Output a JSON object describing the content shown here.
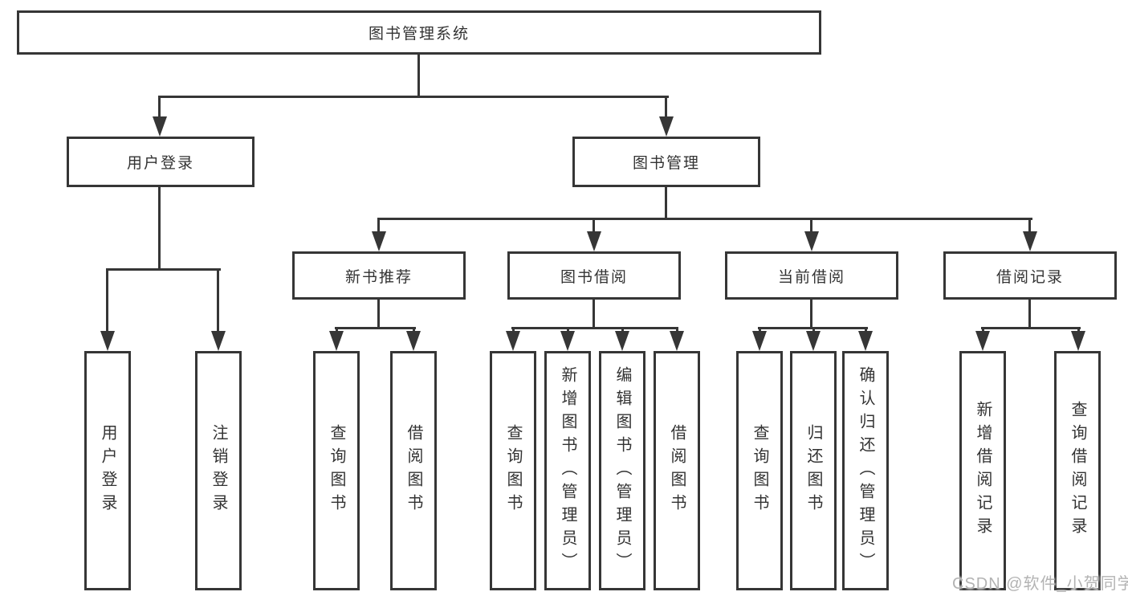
{
  "tree": {
    "root": "图书管理系统",
    "user_login": {
      "label": "用户登录",
      "login": "用户登录",
      "logout": "注销登录"
    },
    "book_management": {
      "label": "图书管理",
      "new_book_recommend": {
        "label": "新书推荐",
        "query_books": "查询图书",
        "borrow_books": "借阅图书"
      },
      "book_borrow": {
        "label": "图书借阅",
        "query_books": "查询图书",
        "add_books_admin": "新增图书（管理员）",
        "edit_books_admin": "编辑图书（管理员）",
        "borrow_books": "借阅图书"
      },
      "current_borrow": {
        "label": "当前借阅",
        "query_books": "查询图书",
        "return_books": "归还图书",
        "confirm_return_admin": "确认归还（管理员）"
      },
      "borrow_records": {
        "label": "借阅记录",
        "add_borrow_record": "新增借阅记录",
        "query_borrow_record": "查询借阅记录"
      }
    }
  },
  "watermark": "CSDN @软件_小贺同学",
  "colors": {
    "line": "#363636",
    "text": "#333333",
    "watermark": "#b3b3b3",
    "background": "#ffffff"
  }
}
